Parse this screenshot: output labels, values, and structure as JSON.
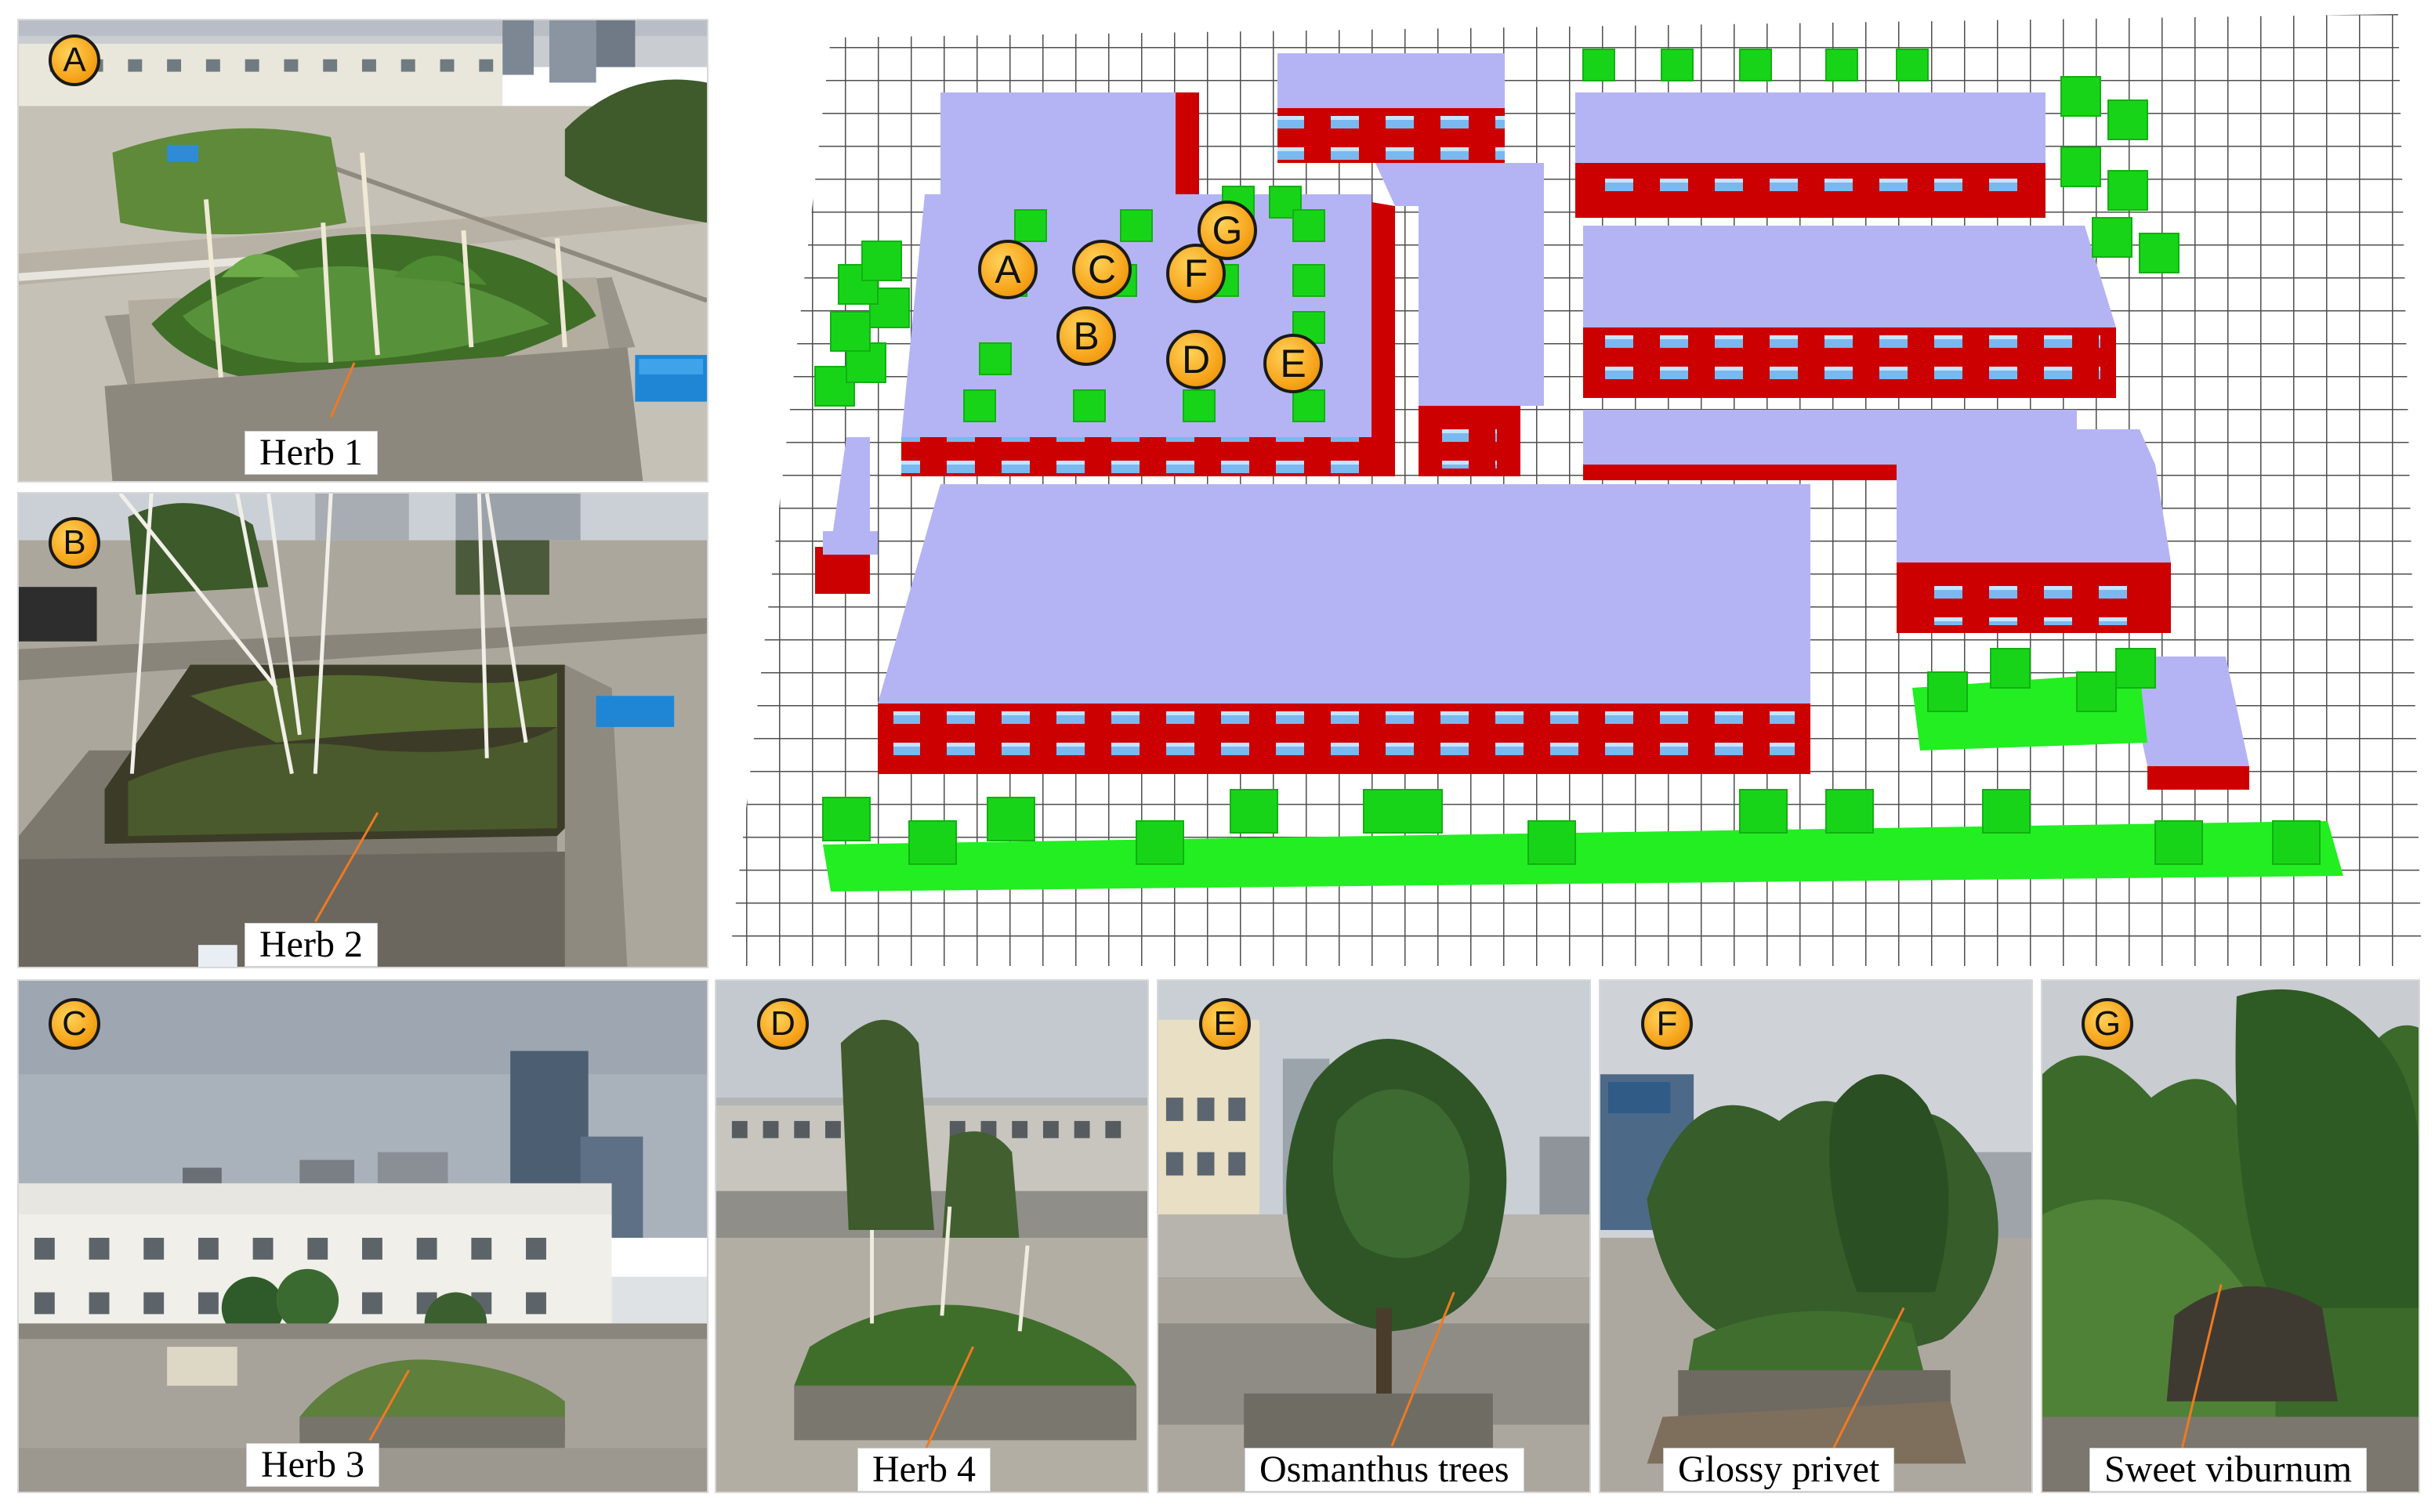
{
  "panels": {
    "a": {
      "badge": "A",
      "label": "Herb 1"
    },
    "b": {
      "badge": "B",
      "label": "Herb 2"
    },
    "c": {
      "badge": "C",
      "label": "Herb 3"
    },
    "d": {
      "badge": "D",
      "label": "Herb 4"
    },
    "e": {
      "badge": "E",
      "label": "Osmanthus trees"
    },
    "f": {
      "badge": "F",
      "label": "Glossy privet"
    },
    "g": {
      "badge": "G",
      "label": "Sweet viburnum"
    }
  },
  "map": {
    "markers": [
      "A",
      "B",
      "C",
      "D",
      "E",
      "F",
      "G"
    ]
  },
  "colors": {
    "roof": "#b4b4f4",
    "wall": "#cc0000",
    "window": "#7ab8f0",
    "vegetation": "#22ee22",
    "grid": "#5a5a5a",
    "badge": "#f7a51c",
    "leader": "#f07a20"
  }
}
